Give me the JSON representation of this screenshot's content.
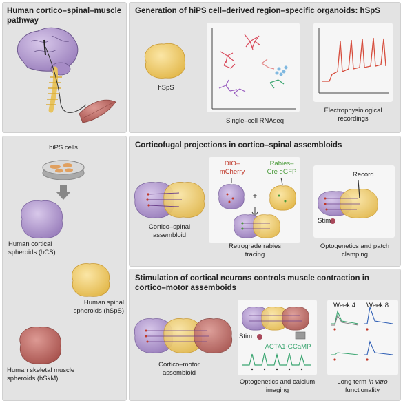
{
  "panels": {
    "pathway": {
      "title": "Human cortico–spinal–muscle pathway"
    },
    "generation": {
      "title": "Generation of hiPS cell–derived region–specific organoids: hSpS",
      "organoid_label": "hSpS",
      "rnaseq_label": "Single–cell RNAseq",
      "ephys_label": "Electrophysiological recordings"
    },
    "cells": {
      "hips_label": "hiPS cells",
      "hcs_label": "Human cortical spheroids (hCS)",
      "hsps_label": "Human spinal spheroids (hSpS)",
      "hskm_label": "Human skeletal muscle spheroids (hSkM)"
    },
    "corticofugal": {
      "title": "Corticofugal projections in cortico–spinal assembloids",
      "assembloid_label": "Cortico–spinal assembloid",
      "dio_label": "DIO– mCherry",
      "rabies_label": "Rabies–Cre eGFP",
      "plus": "+",
      "tracing_label": "Retrograde rabies tracing",
      "record_label": "Record",
      "stim_label": "Stim",
      "optopatch_label": "Optogenetics and patch clamping"
    },
    "stimulation": {
      "title": "Stimulation of cortical neurons controls muscle contraction in cortico–motor assemboids",
      "assembloid_label": "Cortico–motor assembloid",
      "stim_label": "Stim",
      "gcamp_label": "ACTA1-GCaMP",
      "optocalcium_label": "Optogenetics and calcium imaging",
      "week4": "Week 4",
      "week8": "Week 8",
      "longterm_prefix": "Long term",
      "longterm_italic": "in vitro",
      "longterm_suffix": "functionality"
    }
  },
  "colors": {
    "cortex": "#b79fd0",
    "spinal": "#f2d17a",
    "muscle": "#c9736f",
    "panel_bg": "#e3e3e3",
    "dio_red": "#c0392b",
    "egfp_green": "#4a9a3a",
    "trace_red": "#d64c3c",
    "gcamp_green": "#3aa570"
  }
}
